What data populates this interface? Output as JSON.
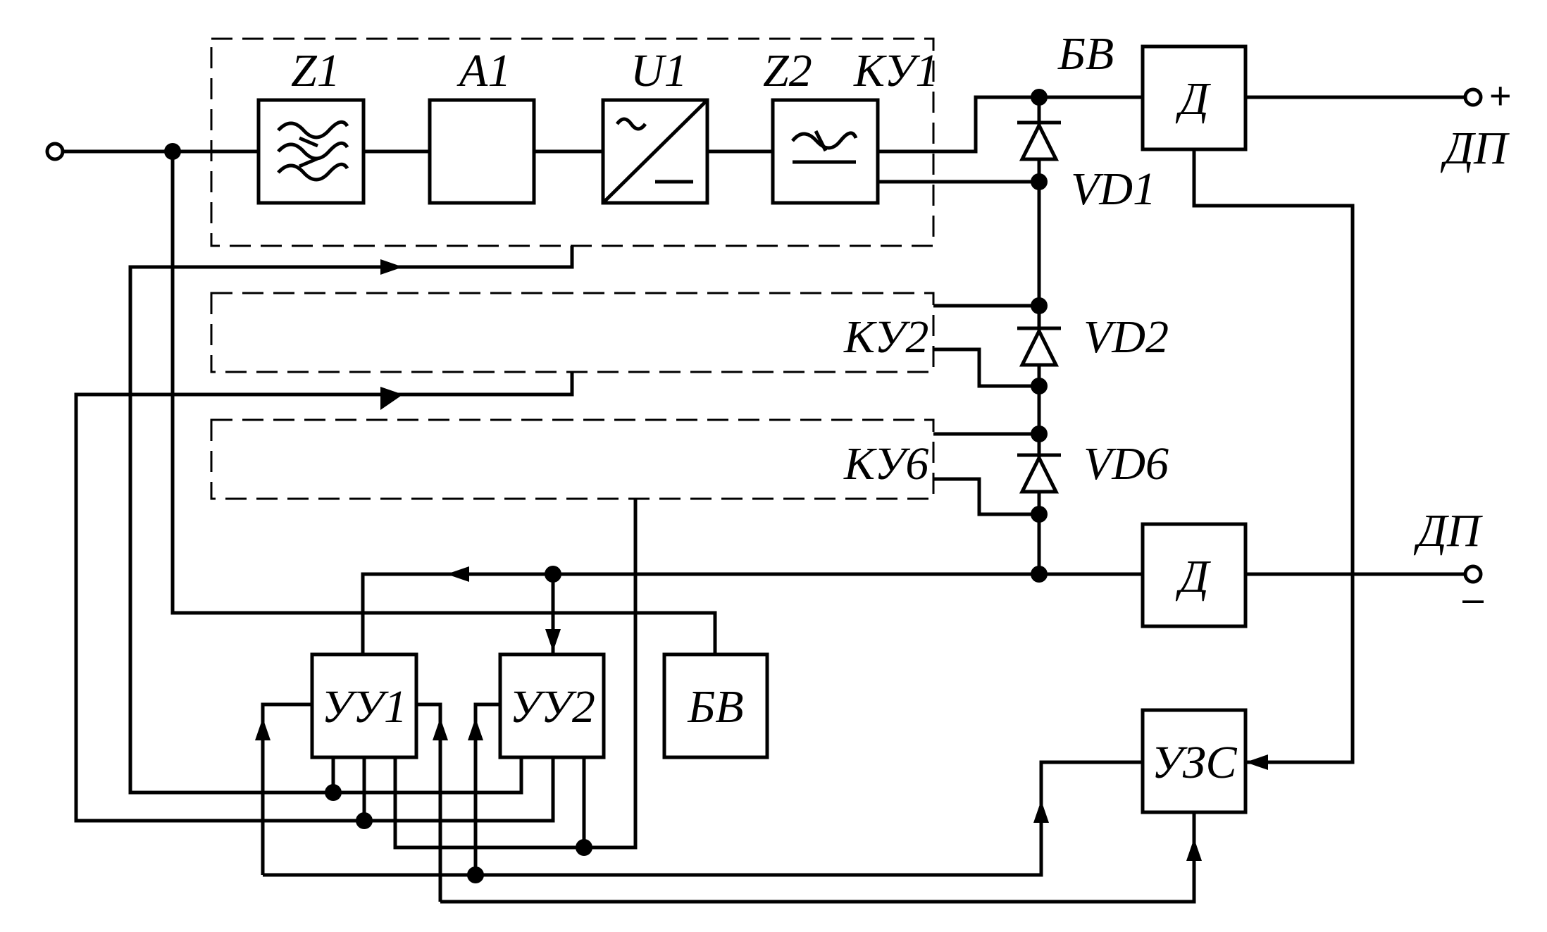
{
  "labels": {
    "z1": "Z1",
    "a1": "A1",
    "u1": "U1",
    "z2": "Z2",
    "ku1": "КУ1",
    "ku2": "КУ2",
    "ku6": "КУ6",
    "bv_top": "БВ",
    "vd1": "VD1",
    "vd2": "VD2",
    "vd6": "VD6",
    "dp_top": "ДП",
    "dp_bottom": "ДП",
    "plus": "+",
    "minus": "–"
  },
  "blocks": {
    "d_top": "Д",
    "d_bottom": "Д",
    "uu1": "УУ1",
    "uu2": "УУ2",
    "bv_block": "БВ",
    "uzs": "УЗС"
  }
}
